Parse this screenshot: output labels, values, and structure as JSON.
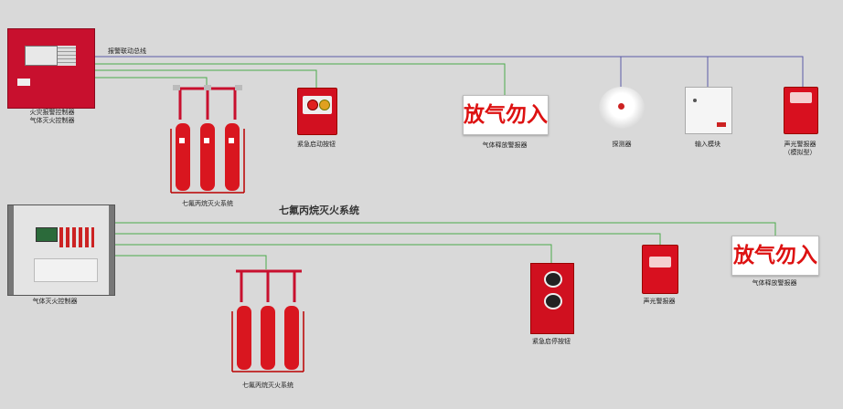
{
  "bus_label": "报警联动总线",
  "system_title": "七氟丙烷灭火系统",
  "top_controller": {
    "label_line1": "火灾报警控制器",
    "label_line2": "气体灭火控制器"
  },
  "top_cylinders": {
    "label": "七氟丙烷灭火系统"
  },
  "manual_button": {
    "label": "紧急启动按钮"
  },
  "top_sign": {
    "text": "放气勿入",
    "label": "气体释放警报器"
  },
  "detector": {
    "label": "探测器"
  },
  "input_module": {
    "label": "输入模块"
  },
  "sounder_top": {
    "label_line1": "声光警报器",
    "label_line2": "（模拟型）"
  },
  "bottom_controller": {
    "label": "气体灭火控制器"
  },
  "bottom_cylinders": {
    "label": "七氟丙烷灭火系统"
  },
  "emergency_panel": {
    "label": "紧急启停按钮"
  },
  "sounder_bottom": {
    "label": "声光警报器"
  },
  "bottom_sign": {
    "text": "放气勿入",
    "label": "气体释放警报器"
  },
  "colors": {
    "bus_blue": "#5a5aa8",
    "bus_green": "#4caa4c",
    "device_red": "#c8102e"
  }
}
